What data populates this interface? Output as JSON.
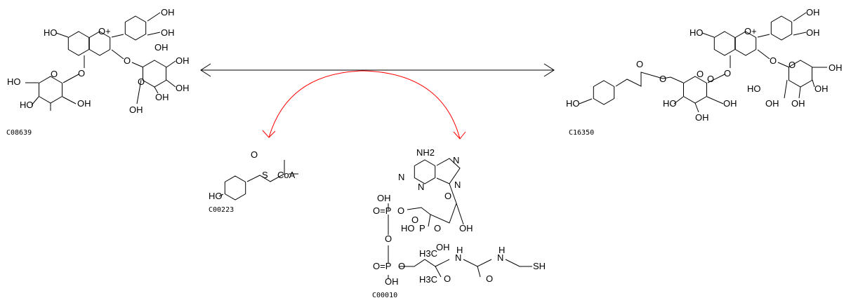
{
  "compounds": {
    "c08639": {
      "id": "C08639",
      "atoms": [
        "HO",
        "O+",
        "OH",
        "OH",
        "O",
        "O",
        "OH",
        "OH",
        "OH",
        "O",
        "OH",
        "HO",
        "O",
        "HO",
        "OH",
        "OH"
      ]
    },
    "c16350": {
      "id": "C16350",
      "atoms": [
        "HO",
        "O+",
        "OH",
        "OH",
        "O",
        "O",
        "OH",
        "OH",
        "OH",
        "O",
        "OH",
        "HO",
        "O",
        "O",
        "HO",
        "HO",
        "OH",
        "OH",
        "O",
        "O"
      ]
    },
    "c00223": {
      "id": "C00223",
      "atoms": [
        "HO",
        "O",
        "S",
        "CoA"
      ]
    },
    "c00010": {
      "id": "C00010",
      "atoms": [
        "NH2",
        "N",
        "N",
        "N",
        "N",
        "O",
        "OH",
        "O=P",
        "O",
        "O",
        "HO",
        "P",
        "O",
        "OH",
        "O",
        "O=P",
        "O",
        "OH",
        "H3C",
        "OH",
        "H3C",
        "N",
        "O",
        "N",
        "O",
        "SH",
        "H",
        "H"
      ]
    }
  },
  "colors": {
    "main_arrow": "#000000",
    "side_arrow": "#ff0000"
  }
}
